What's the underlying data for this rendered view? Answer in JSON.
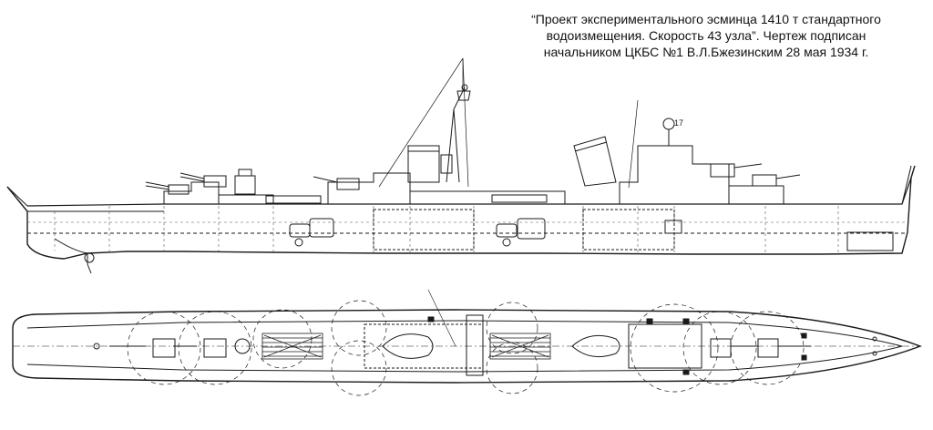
{
  "caption": {
    "line1": "“Проект экспериментального эсминца 1410 т    стандартного",
    "line2": "водоизмещения. Скорость 43 узла”. Чертеж подписан",
    "line3": "начальником ЦКБС №1 В.Л.Бжезинским 28 мая 1934 г."
  },
  "labels": {
    "station_mark": "17"
  },
  "colors": {
    "ink": "#1a1a1a",
    "paper": "#ffffff",
    "hatch": "#555555"
  }
}
